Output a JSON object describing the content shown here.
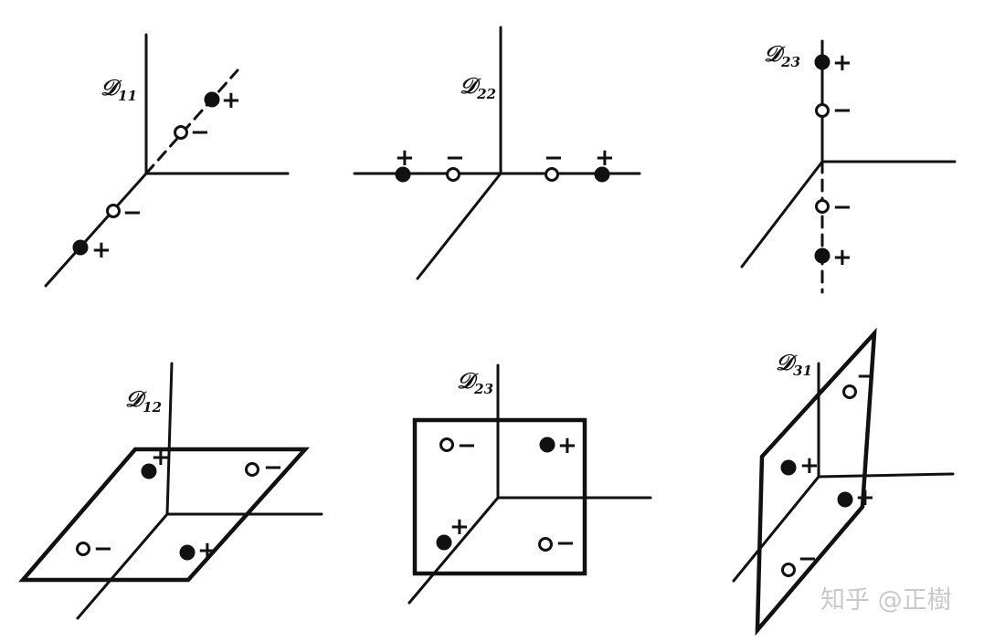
{
  "panels": {
    "d11": {
      "label_main": "𝒟",
      "label_sub": "11"
    },
    "d22": {
      "label_main": "𝒟",
      "label_sub": "22"
    },
    "d23_top": {
      "label_main": "𝒟",
      "label_sub": "23"
    },
    "d12": {
      "label_main": "𝒟",
      "label_sub": "12"
    },
    "d23_bottom": {
      "label_main": "𝒟",
      "label_sub": "23"
    },
    "d31": {
      "label_main": "𝒟",
      "label_sub": "31"
    }
  },
  "charge_plus": "+",
  "charge_minus": "−",
  "watermark": "知乎 @正樹",
  "colors": {
    "ink": "#111111",
    "watermark": "#c9c9c9",
    "background": "#ffffff"
  }
}
